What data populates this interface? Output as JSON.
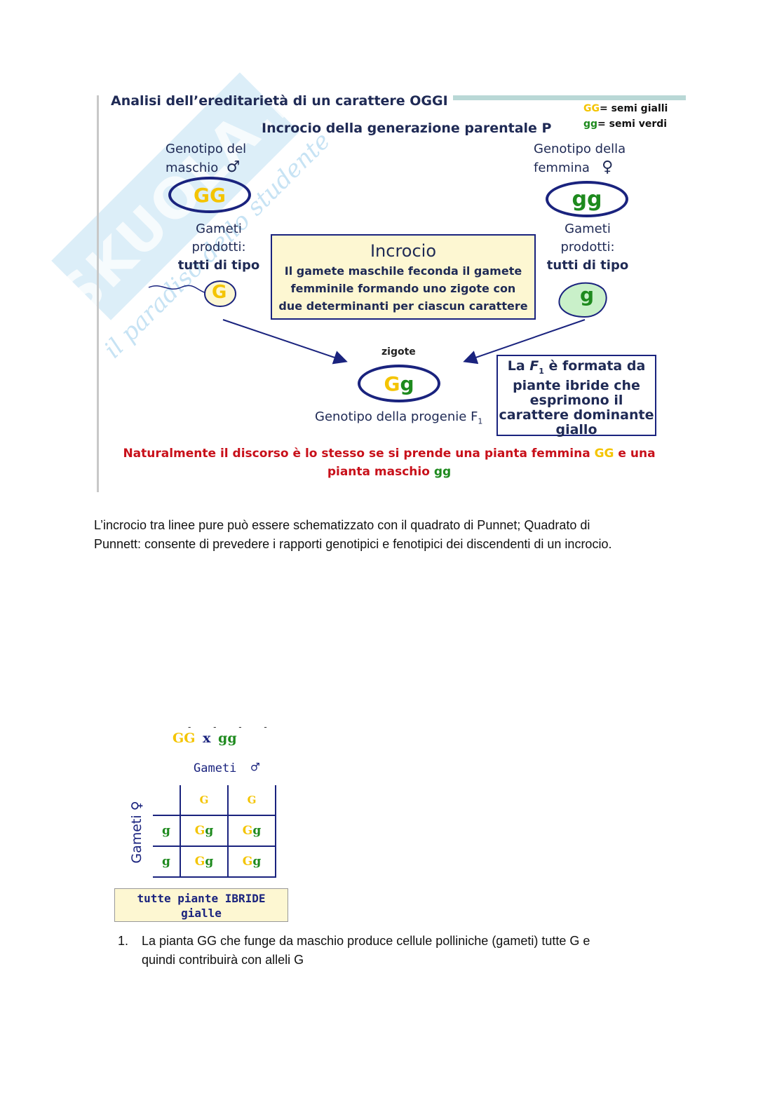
{
  "watermark": {
    "brand": "SKUOLA.net",
    "tagline": "il paradiso dello studente"
  },
  "slide": {
    "title": "Analisi dell’ereditarietà di un carattere OGGI",
    "subtitle": "Incrocio della generazione parentale P",
    "legend": {
      "line1_code": "GG",
      "line1_text": "= semi gialli",
      "line2_code": "gg",
      "line2_text": "= semi verdi"
    },
    "male": {
      "label_line1": "Genotipo del",
      "label_line2": "maschio",
      "symbol": "♂",
      "genotype": "GG",
      "gametes_line1": "Gameti",
      "gametes_line2": "prodotti:",
      "gametes_line3": "tutti di tipo",
      "gamete": "G"
    },
    "female": {
      "label_line1": "Genotipo della",
      "label_line2": "femmina",
      "symbol": "♀",
      "genotype": "gg",
      "gametes_line1": "Gameti",
      "gametes_line2": "prodotti:",
      "gametes_line3": "tutti di tipo",
      "gamete": "g"
    },
    "cross_box": {
      "title": "Incrocio",
      "line1": "Il gamete maschile feconda il gamete",
      "line2": "femminile formando uno zigote con",
      "line3": "due determinanti per ciascun carattere"
    },
    "zygote": {
      "label": "zigote",
      "genotype_dominant": "G",
      "genotype_recessive": "g",
      "caption": "Genotipo della progenie F",
      "caption_sub": "1"
    },
    "f1_box": {
      "prefix": "La ",
      "f": "F",
      "sub": "1",
      "line1_rest": " è formata da",
      "line2": "piante ibride che",
      "line3": "esprimono il",
      "line4": "carattere dominante",
      "line5": "giallo"
    },
    "note": {
      "part1": "Naturalmente il discorso è lo stesso se si prende una pianta femmina ",
      "code1": "GG",
      "part2": " e una",
      "part3": "pianta maschio ",
      "code2": "gg"
    }
  },
  "paragraph": {
    "line1": "L’incrocio tra linee pure può essere schematizzato con il quadrato di Punnet; Quadrato di",
    "line2": "Punnett: consente di prevedere i rapporti genotipici e fenotipici dei discendenti di un incrocio."
  },
  "punnett": {
    "parent_left": "GG",
    "cross": "x",
    "parent_right": "gg",
    "male_label": "Gameti",
    "male_symbol": "♂",
    "female_label": "Gameti",
    "female_symbol": "♀",
    "col_headers": [
      "G",
      "G"
    ],
    "row_headers": [
      "g",
      "g"
    ],
    "cell_dominant": "G",
    "cell_recessive": "g",
    "result_line1": "tutte piante IBRIDE",
    "result_line2": "gialle"
  },
  "list": {
    "number": "1.",
    "line1": "La pianta GG che funge da maschio produce cellule polliniche (gameti) tutte G e",
    "line2": "quindi contribuirà con alleli G"
  },
  "colors": {
    "dominant": "#f4c400",
    "recessive": "#1e8a1e",
    "navy": "#1a237e",
    "note_red": "#c8101a",
    "box_fill": "#fdf7d2"
  }
}
